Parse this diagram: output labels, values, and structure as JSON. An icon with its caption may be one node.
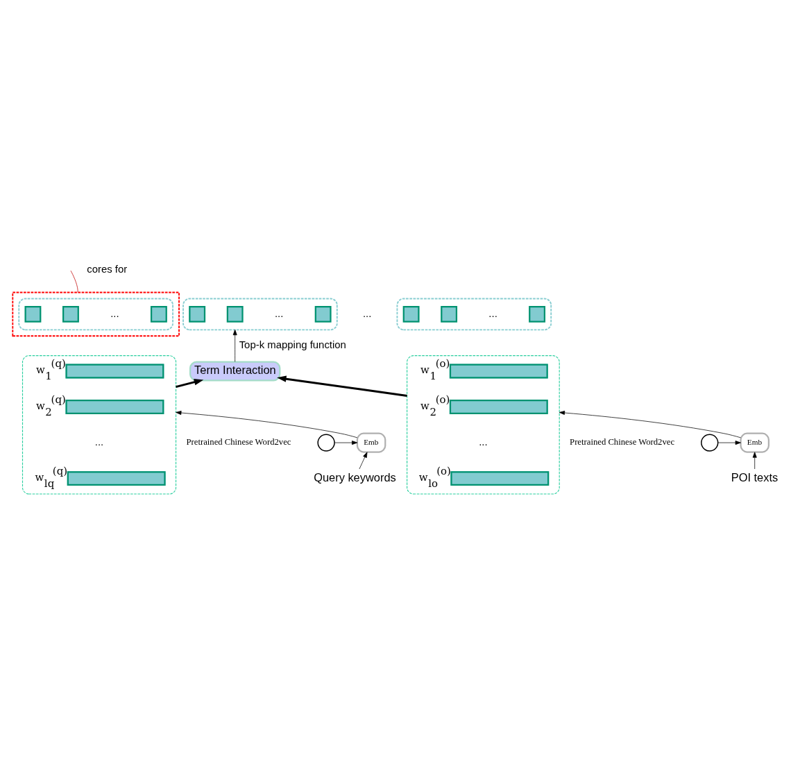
{
  "diagram": {
    "nodes": [
      {
        "text": [],
        "shape": "box"
      },
      {
        "text": [],
        "shape": "box",
        "in": 0
      },
      {
        "text": [],
        "shape": "box",
        "in": 1
      },
      {
        "text": [],
        "shape": "box",
        "in": 1
      },
      {
        "text": [],
        "shape": "box",
        "in": 1
      },
      {
        "text": [],
        "shape": "box"
      },
      {
        "text": [],
        "shape": "box",
        "in": 5
      },
      {
        "text": [],
        "shape": "box",
        "in": 5
      },
      {
        "text": [],
        "shape": "box",
        "in": 5
      },
      {
        "text": [],
        "shape": "box"
      },
      {
        "text": [],
        "shape": "box",
        "in": 9
      },
      {
        "text": [],
        "shape": "box",
        "in": 9
      },
      {
        "text": [],
        "shape": "box",
        "in": 9
      },
      {
        "text": [
          "Term Interaction"
        ]
      },
      {
        "text": [],
        "shape": "box"
      },
      {
        "text": [],
        "shape": "bar",
        "in": 14,
        "beside": [
          "w$_{1}$$^{(q)}$"
        ]
      },
      {
        "text": [],
        "shape": "bar",
        "in": 14,
        "beside": [
          "w$_{2}$$^{(q)}$"
        ]
      },
      {
        "text": [],
        "shape": "bar",
        "in": 14,
        "beside": [
          "w$_{lq}$$^{(q)}$"
        ]
      },
      {
        "text": [],
        "shape": "box"
      },
      {
        "text": [],
        "shape": "bar",
        "in": 18,
        "beside": [
          "w$_{1}$$^{(o)}$"
        ]
      },
      {
        "text": [],
        "shape": "bar",
        "in": 18,
        "beside": [
          "w$_{2}$$^{(o)}$"
        ]
      },
      {
        "text": [],
        "shape": "bar",
        "in": 18,
        "beside": [
          "w$_{lo}$$^{(o)}$"
        ]
      },
      {
        "text": [],
        "shape": "circle",
        "beside": [
          "Pretrained Chinese Word2vec"
        ]
      },
      {
        "text": [
          "Emb"
        ]
      },
      {
        "text": [
          "Query keywords"
        ]
      },
      {
        "text": [],
        "shape": "circle",
        "beside": [
          "Pretrained Chinese Word2vec"
        ]
      },
      {
        "text": [
          "Emb"
        ]
      },
      {
        "text": [
          "POI texts"
        ]
      }
    ],
    "edges": [
      {
        "from": null,
        "to": 0,
        "arrow": "none",
        "color": "#c00000"
      },
      {
        "from": 13,
        "to": 5,
        "arrow": "to",
        "label": "Top-k mapping function"
      },
      {
        "from": 14,
        "to": 13,
        "arrow": "to",
        "style": "thick"
      },
      {
        "from": 18,
        "to": 13,
        "arrow": "to",
        "style": "thick"
      },
      {
        "from": 23,
        "to": 14,
        "arrow": "to"
      },
      {
        "from": 24,
        "to": 23,
        "arrow": "to"
      },
      {
        "from": 22,
        "to": 23,
        "arrow": "to"
      },
      {
        "from": 26,
        "to": 18,
        "arrow": "to"
      },
      {
        "from": 27,
        "to": 26,
        "arrow": "to"
      },
      {
        "from": 25,
        "to": 26,
        "arrow": "to"
      }
    ],
    "labels": [
      "cores for",
      "...",
      "...",
      "...",
      "...",
      "...",
      "..."
    ]
  }
}
